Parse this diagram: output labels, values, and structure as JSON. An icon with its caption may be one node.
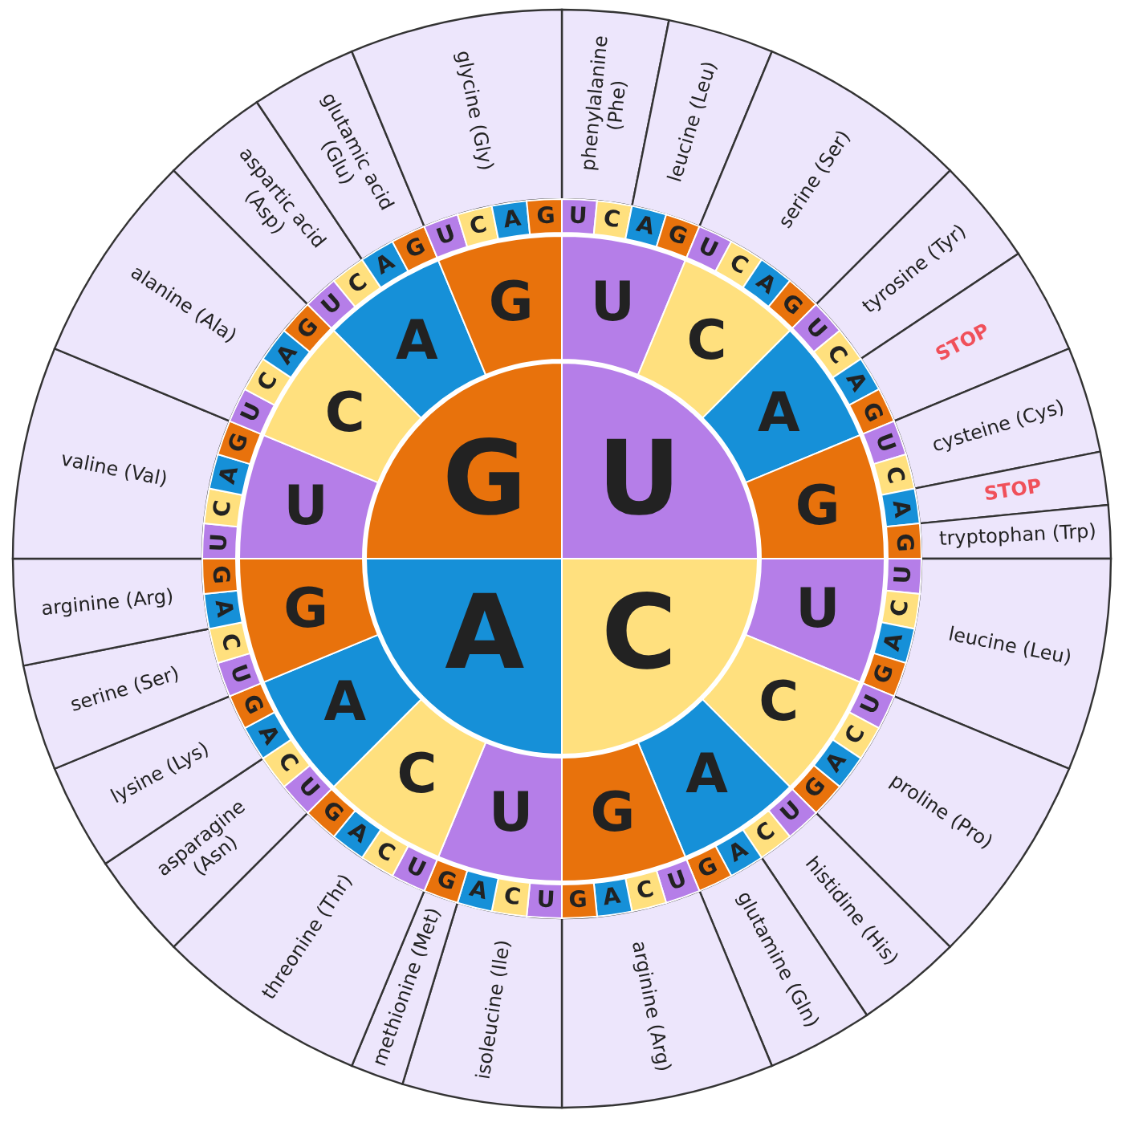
{
  "diagram": {
    "nodes": [
      {
        "text": [
          "U"
        ]
      },
      {
        "text": [
          "C"
        ]
      },
      {
        "text": [
          "A"
        ]
      },
      {
        "text": [
          "G"
        ]
      },
      {
        "text": [
          "U"
        ]
      },
      {
        "text": [
          "C"
        ]
      },
      {
        "text": [
          "A"
        ]
      },
      {
        "text": [
          "G"
        ]
      },
      {
        "text": [
          "U"
        ]
      },
      {
        "text": [
          "C"
        ]
      },
      {
        "text": [
          "A"
        ]
      },
      {
        "text": [
          "G"
        ]
      },
      {
        "text": [
          "U"
        ]
      },
      {
        "text": [
          "C"
        ]
      },
      {
        "text": [
          "A"
        ]
      },
      {
        "text": [
          "G"
        ]
      },
      {
        "text": [
          "U"
        ]
      },
      {
        "text": [
          "C"
        ]
      },
      {
        "text": [
          "A"
        ]
      },
      {
        "text": [
          "G"
        ]
      },
      {
        "text": [
          "U"
        ]
      },
      {
        "text": [
          "C"
        ]
      },
      {
        "text": [
          "A"
        ]
      },
      {
        "text": [
          "G"
        ]
      },
      {
        "text": [
          "U"
        ]
      },
      {
        "text": [
          "C"
        ]
      },
      {
        "text": [
          "A"
        ]
      },
      {
        "text": [
          "G"
        ]
      },
      {
        "text": [
          "U"
        ]
      },
      {
        "text": [
          "C"
        ]
      },
      {
        "text": [
          "A"
        ]
      },
      {
        "text": [
          "G"
        ]
      },
      {
        "text": [
          "U"
        ]
      },
      {
        "text": [
          "C"
        ]
      },
      {
        "text": [
          "A"
        ]
      },
      {
        "text": [
          "G"
        ]
      },
      {
        "text": [
          "U"
        ]
      },
      {
        "text": [
          "C"
        ]
      },
      {
        "text": [
          "A"
        ]
      },
      {
        "text": [
          "G"
        ]
      },
      {
        "text": [
          "U"
        ]
      },
      {
        "text": [
          "C"
        ]
      },
      {
        "text": [
          "A"
        ]
      },
      {
        "text": [
          "G"
        ]
      },
      {
        "text": [
          "U"
        ]
      },
      {
        "text": [
          "C"
        ]
      },
      {
        "text": [
          "A"
        ]
      },
      {
        "text": [
          "G"
        ]
      },
      {
        "text": [
          "U"
        ]
      },
      {
        "text": [
          "C"
        ]
      },
      {
        "text": [
          "A"
        ]
      },
      {
        "text": [
          "G"
        ]
      },
      {
        "text": [
          "U"
        ]
      },
      {
        "text": [
          "C"
        ]
      },
      {
        "text": [
          "A"
        ]
      },
      {
        "text": [
          "G"
        ]
      },
      {
        "text": [
          "U"
        ]
      },
      {
        "text": [
          "C"
        ]
      },
      {
        "text": [
          "A"
        ]
      },
      {
        "text": [
          "G"
        ]
      },
      {
        "text": [
          "U"
        ]
      },
      {
        "text": [
          "C"
        ]
      },
      {
        "text": [
          "A"
        ]
      },
      {
        "text": [
          "G"
        ]
      },
      {
        "text": [
          "U"
        ]
      },
      {
        "text": [
          "C"
        ]
      },
      {
        "text": [
          "A"
        ]
      },
      {
        "text": [
          "G"
        ]
      },
      {
        "text": [
          "U"
        ]
      },
      {
        "text": [
          "C"
        ]
      },
      {
        "text": [
          "A"
        ]
      },
      {
        "text": [
          "G"
        ]
      },
      {
        "text": [
          "U"
        ]
      },
      {
        "text": [
          "C"
        ]
      },
      {
        "text": [
          "A"
        ]
      },
      {
        "text": [
          "G"
        ]
      },
      {
        "text": [
          "U"
        ]
      },
      {
        "text": [
          "C"
        ]
      },
      {
        "text": [
          "A"
        ]
      },
      {
        "text": [
          "G"
        ]
      },
      {
        "text": [
          "U"
        ]
      },
      {
        "text": [
          "C"
        ]
      },
      {
        "text": [
          "A"
        ]
      },
      {
        "text": [
          "G"
        ]
      },
      {
        "text": [
          "phenylalanine (Phe)"
        ]
      },
      {
        "text": [
          "leucine (Leu)"
        ]
      },
      {
        "text": [
          "serine (Ser)"
        ]
      },
      {
        "text": [
          "tyrosine (Tyr)"
        ]
      },
      {
        "text": [
          "STOP"
        ]
      },
      {
        "text": [
          "cysteine (Cys)"
        ]
      },
      {
        "text": [
          "STOP"
        ]
      },
      {
        "text": [
          "tryptophan (Trp)"
        ]
      },
      {
        "text": [
          "leucine (Leu)"
        ]
      },
      {
        "text": [
          "proline (Pro)"
        ]
      },
      {
        "text": [
          "histidine (His)"
        ]
      },
      {
        "text": [
          "glutamine (Gln)"
        ]
      },
      {
        "text": [
          "arginine (Arg)"
        ]
      },
      {
        "text": [
          "isoleucine (Ile)"
        ]
      },
      {
        "text": [
          "methionine (Met)"
        ]
      },
      {
        "text": [
          "threonine (Thr)"
        ]
      },
      {
        "text": [
          "asparagine (Asn)"
        ]
      },
      {
        "text": [
          "lysine (Lys)"
        ]
      },
      {
        "text": [
          "serine (Ser)"
        ]
      },
      {
        "text": [
          "arginine (Arg)"
        ]
      },
      {
        "text": [
          "valine (Val)"
        ]
      },
      {
        "text": [
          "alanine (Ala)"
        ]
      },
      {
        "text": [
          "aspartic acid (Asp)"
        ]
      },
      {
        "text": [
          "glutamic acid (Glu)"
        ]
      },
      {
        "text": [
          "glycine (Gly)"
        ]
      }
    ]
  }
}
